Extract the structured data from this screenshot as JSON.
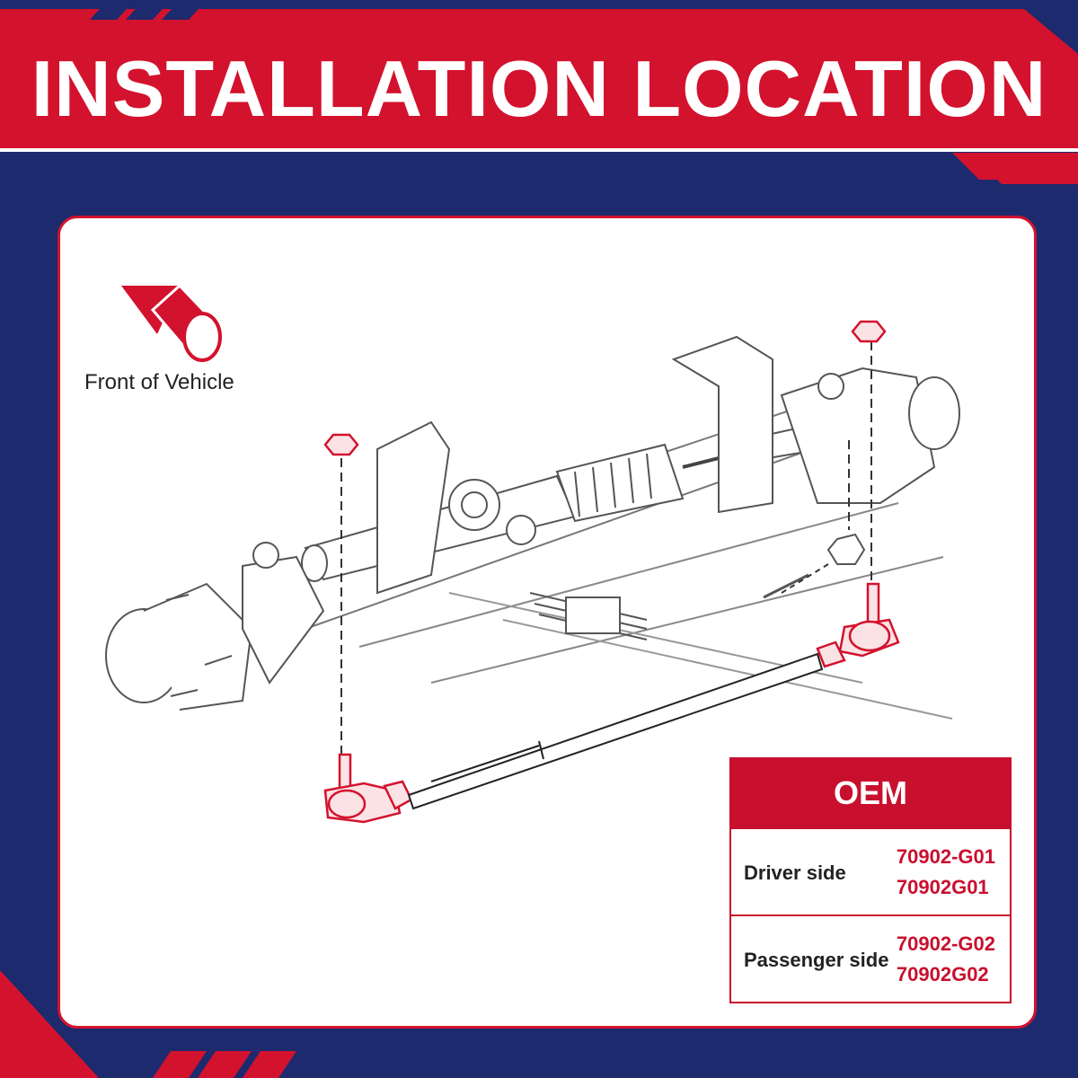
{
  "title": "INSTALLATION LOCATION",
  "front_label": "Front of Vehicle",
  "colors": {
    "navy": "#1d2a6e",
    "red": "#c8102e",
    "white": "#ffffff"
  },
  "icons": [
    "front-arrow-icon"
  ],
  "oem": {
    "header": "OEM",
    "rows": [
      {
        "side": "Driver side",
        "codes": [
          "70902-G01",
          "70902G01"
        ]
      },
      {
        "side": "Passenger side",
        "codes": [
          "70902-G02",
          "70902G02"
        ]
      }
    ]
  }
}
